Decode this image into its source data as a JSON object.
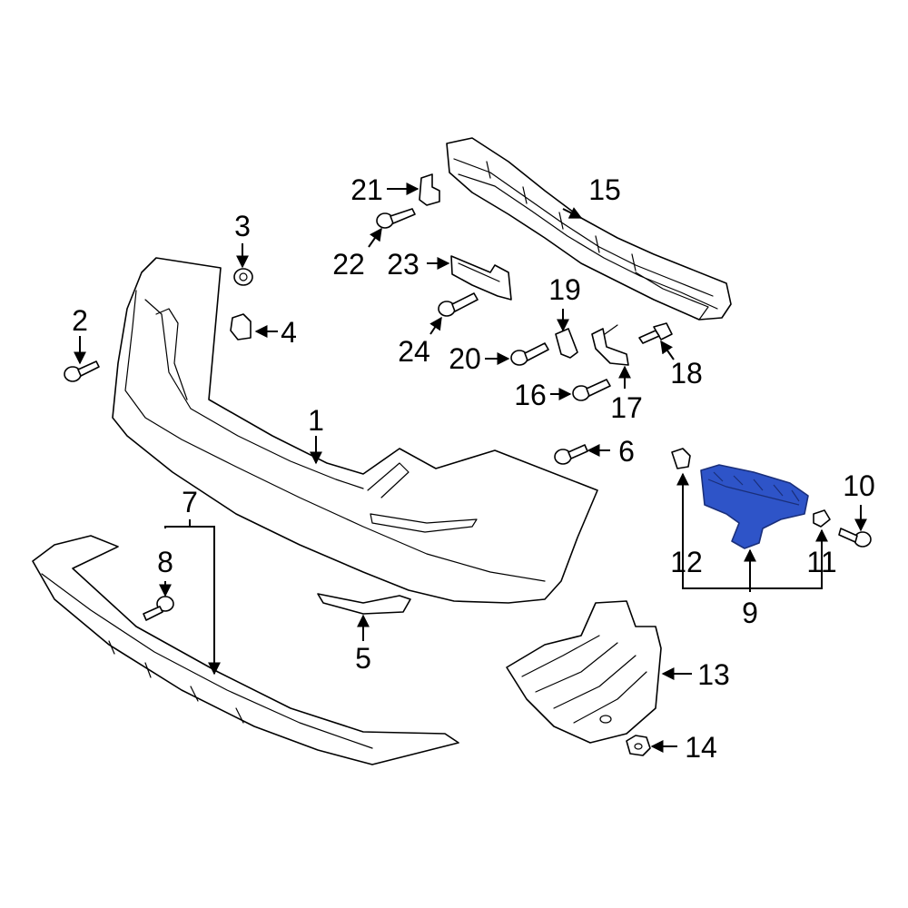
{
  "colors": {
    "highlight": "#2e54c8",
    "line": "#000000",
    "background": "#ffffff"
  },
  "callouts": [
    {
      "id": "1",
      "label": "1"
    },
    {
      "id": "2",
      "label": "2"
    },
    {
      "id": "3",
      "label": "3"
    },
    {
      "id": "4",
      "label": "4"
    },
    {
      "id": "5",
      "label": "5"
    },
    {
      "id": "6",
      "label": "6"
    },
    {
      "id": "7",
      "label": "7"
    },
    {
      "id": "8",
      "label": "8"
    },
    {
      "id": "9",
      "label": "9"
    },
    {
      "id": "10",
      "label": "10"
    },
    {
      "id": "11",
      "label": "11"
    },
    {
      "id": "12",
      "label": "12"
    },
    {
      "id": "13",
      "label": "13"
    },
    {
      "id": "14",
      "label": "14"
    },
    {
      "id": "15",
      "label": "15"
    },
    {
      "id": "16",
      "label": "16"
    },
    {
      "id": "17",
      "label": "17"
    },
    {
      "id": "18",
      "label": "18"
    },
    {
      "id": "19",
      "label": "19"
    },
    {
      "id": "20",
      "label": "20"
    },
    {
      "id": "21",
      "label": "21"
    },
    {
      "id": "22",
      "label": "22"
    },
    {
      "id": "23",
      "label": "23"
    },
    {
      "id": "24",
      "label": "24"
    }
  ],
  "highlighted_part": "9"
}
